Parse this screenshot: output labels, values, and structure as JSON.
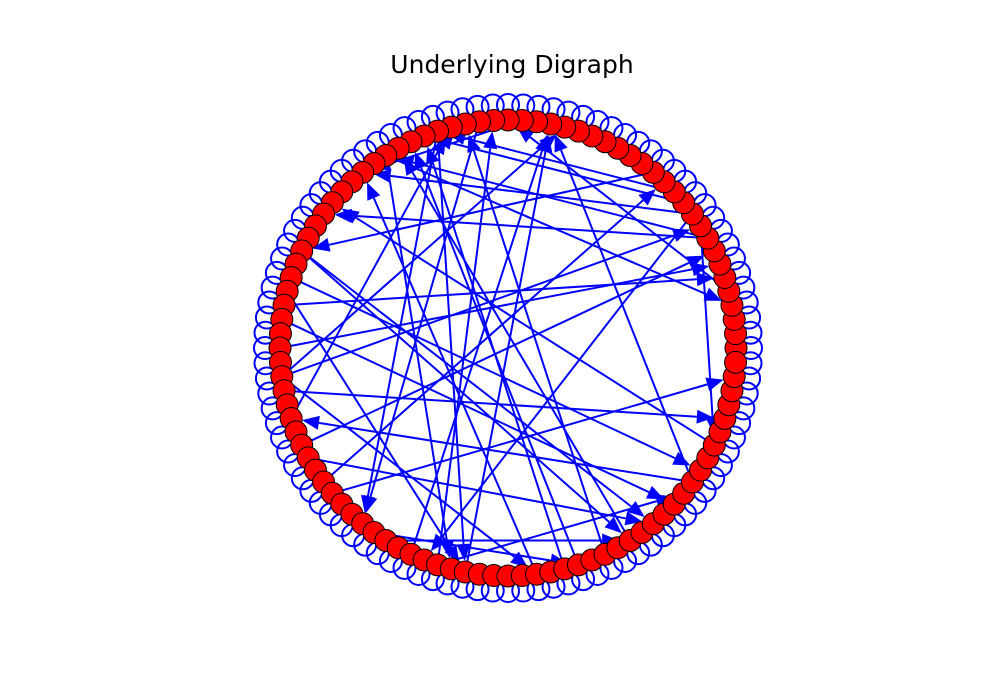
{
  "title": "Underlying Digraph",
  "colors": {
    "node_fill": "#ff0000",
    "node_stroke": "#000000",
    "edge": "#0000ff",
    "self_loop": "#0000ff",
    "background": "#ffffff"
  },
  "graph": {
    "node_count": 100,
    "every_node_has_self_loop": true,
    "edges": [
      [
        4,
        25
      ],
      [
        27,
        64
      ],
      [
        34,
        71
      ],
      [
        34,
        3
      ],
      [
        8,
        40
      ],
      [
        10,
        36
      ],
      [
        43,
        84
      ],
      [
        45,
        91
      ],
      [
        43,
        86
      ],
      [
        46,
        72
      ],
      [
        47,
        5
      ],
      [
        50,
        6
      ],
      [
        52,
        9
      ],
      [
        61,
        98
      ],
      [
        60,
        13
      ],
      [
        70,
        26
      ],
      [
        72,
        22
      ],
      [
        79,
        31
      ],
      [
        80,
        32
      ],
      [
        93,
        39
      ],
      [
        84,
        33
      ],
      [
        55,
        29
      ],
      [
        90,
        22
      ],
      [
        68,
        22
      ],
      [
        82,
        28
      ],
      [
        11,
        31
      ],
      [
        14,
        43
      ],
      [
        48,
        88
      ],
      [
        52,
        77
      ],
      [
        12,
        30
      ],
      [
        8,
        34
      ],
      [
        58,
        86
      ],
      [
        77,
        36
      ],
      [
        65,
        80
      ],
      [
        90,
        55
      ],
      [
        57,
        7
      ],
      [
        24,
        36
      ],
      [
        52,
        21
      ],
      [
        30,
        64
      ],
      [
        30,
        72
      ],
      [
        53,
        95
      ],
      [
        66,
        84
      ],
      [
        70,
        89
      ],
      [
        9,
        93
      ],
      [
        10,
        69
      ]
    ]
  }
}
